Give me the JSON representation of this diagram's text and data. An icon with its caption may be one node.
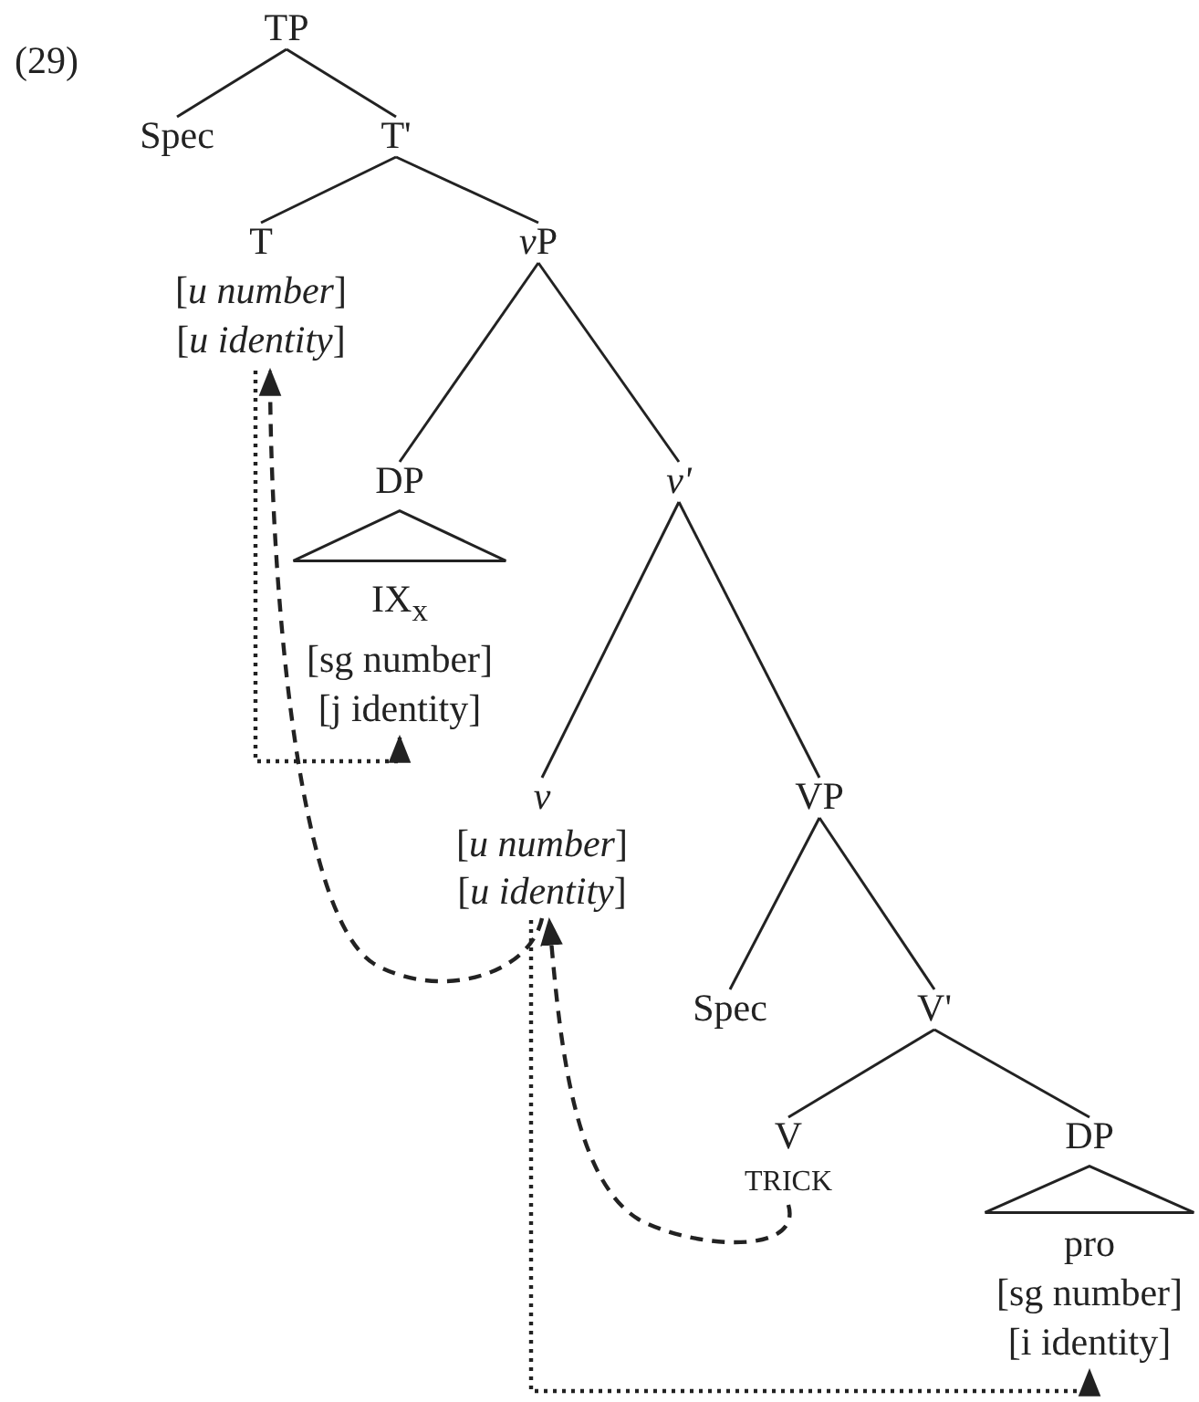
{
  "diagram": {
    "nodes": [
      {
        "text": [
          "TP"
        ]
      },
      {
        "text": [
          "Spec"
        ]
      },
      {
        "text": [
          "T'"
        ]
      },
      {
        "text": [
          "T",
          "[*u number*]",
          "[*u identity*]"
        ]
      },
      {
        "text": [
          "vP"
        ]
      },
      {
        "text": [
          "DP",
          "IX$_{x}$",
          "[sg number]",
          "[j identity]"
        ]
      },
      {
        "text": [],
        "shape": "triangle",
        "in": 5
      },
      {
        "text": [
          "v'"
        ]
      },
      {
        "text": [
          "v",
          "[*u number*]",
          "[*u identity*]"
        ]
      },
      {
        "text": [
          "VP"
        ]
      },
      {
        "text": [
          "Spec"
        ]
      },
      {
        "text": [
          "V'"
        ]
      },
      {
        "text": [
          "V",
          "TRICK"
        ]
      },
      {
        "text": [
          "DP",
          "pro",
          "[sg number]",
          "[i identity]"
        ]
      },
      {
        "text": [],
        "shape": "triangle",
        "in": 13
      }
    ],
    "edges": [
      {
        "from": 0,
        "to": 1,
        "arrow": "none"
      },
      {
        "from": 0,
        "to": 2,
        "arrow": "none"
      },
      {
        "from": 2,
        "to": 3,
        "arrow": "none"
      },
      {
        "from": 2,
        "to": 4,
        "arrow": "none"
      },
      {
        "from": 4,
        "to": 5,
        "arrow": "none"
      },
      {
        "from": 4,
        "to": 7,
        "arrow": "none"
      },
      {
        "from": 7,
        "to": 8,
        "arrow": "none"
      },
      {
        "from": 7,
        "to": 9,
        "arrow": "none"
      },
      {
        "from": 9,
        "to": 10,
        "arrow": "none"
      },
      {
        "from": 9,
        "to": 11,
        "arrow": "none"
      },
      {
        "from": 11,
        "to": 12,
        "arrow": "none"
      },
      {
        "from": 11,
        "to": 13,
        "arrow": "none"
      },
      {
        "from": 3,
        "to": 5,
        "arrow": "to",
        "style": "dashed"
      },
      {
        "from": 8,
        "to": 3,
        "arrow": "to",
        "style": "dashed"
      },
      {
        "from": 12,
        "to": 8,
        "arrow": "to",
        "style": "dashed"
      },
      {
        "from": 8,
        "to": 13,
        "arrow": "to",
        "style": "dashed"
      }
    ],
    "labels": [
      "(29)"
    ]
  }
}
